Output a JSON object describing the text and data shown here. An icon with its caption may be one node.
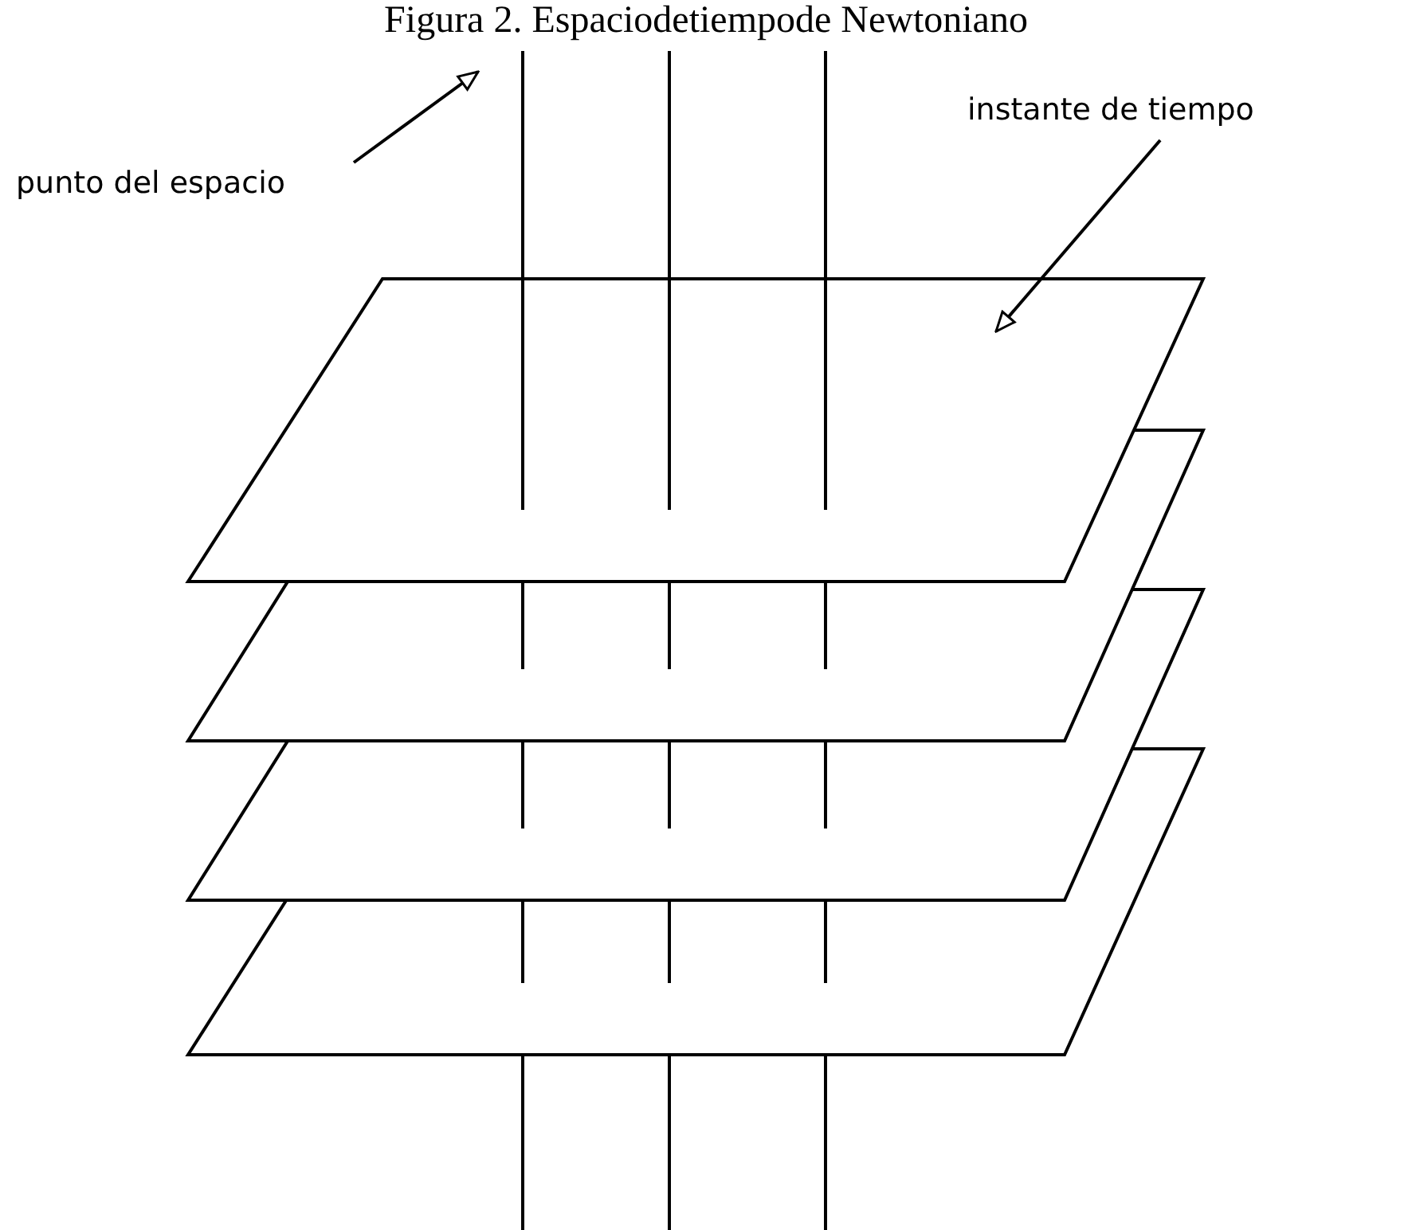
{
  "diagram": {
    "title": "Figura 2. Espaciodetiempode Newtoniano",
    "nodes": [
      {
        "text": [
          "punto del espacio"
        ]
      },
      {
        "text": [],
        "shape": "line"
      },
      {
        "text": [
          "instante de tiempo"
        ]
      },
      {
        "text": [],
        "shape": "parallelogram"
      }
    ],
    "edges": [
      {
        "from": 0,
        "to": 1,
        "arrow": "to"
      },
      {
        "from": 2,
        "to": 3,
        "arrow": "to"
      }
    ]
  }
}
